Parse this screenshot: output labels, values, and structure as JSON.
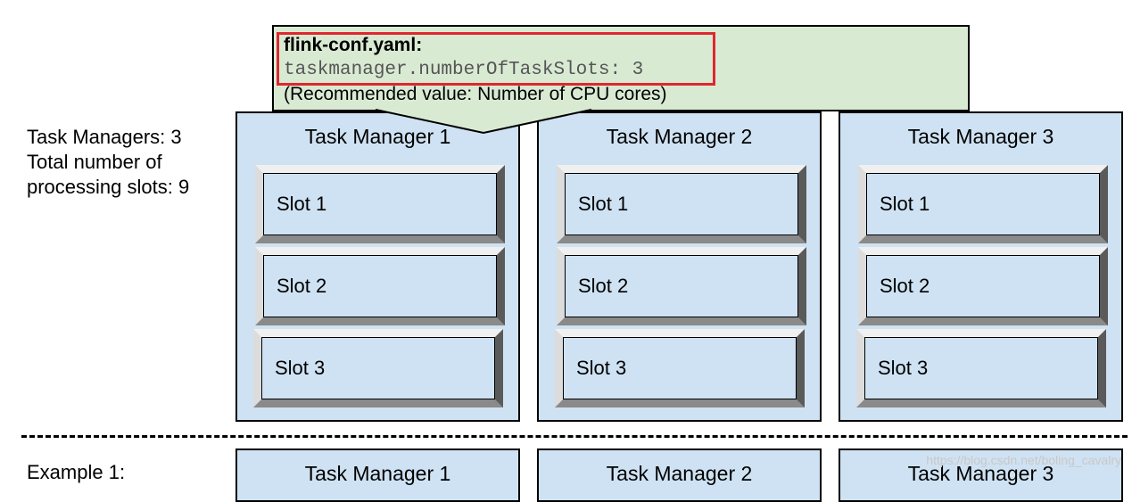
{
  "config": {
    "filename": "flink-conf.yaml:",
    "setting": "taskmanager.numberOfTaskSlots: 3",
    "note": "(Recommended value: Number of CPU cores)"
  },
  "summary": {
    "line1": "Task Managers: 3",
    "line2": "Total number of",
    "line3": "processing slots: 9"
  },
  "task_managers": [
    {
      "title": "Task Manager 1",
      "slots": [
        "Slot 1",
        "Slot 2",
        "Slot 3"
      ]
    },
    {
      "title": "Task Manager 2",
      "slots": [
        "Slot 1",
        "Slot 2",
        "Slot 3"
      ]
    },
    {
      "title": "Task Manager 3",
      "slots": [
        "Slot 1",
        "Slot 2",
        "Slot 3"
      ]
    }
  ],
  "example": {
    "label": "Example 1:",
    "task_managers": [
      "Task Manager 1",
      "Task Manager 2",
      "Task Manager 3"
    ]
  },
  "watermark": "https://blog.csdn.net/boling_cavalry",
  "colors": {
    "task_manager_fill": "#cfe2f3",
    "callout_fill": "#d9ead3",
    "highlight_border": "#e0262f"
  }
}
